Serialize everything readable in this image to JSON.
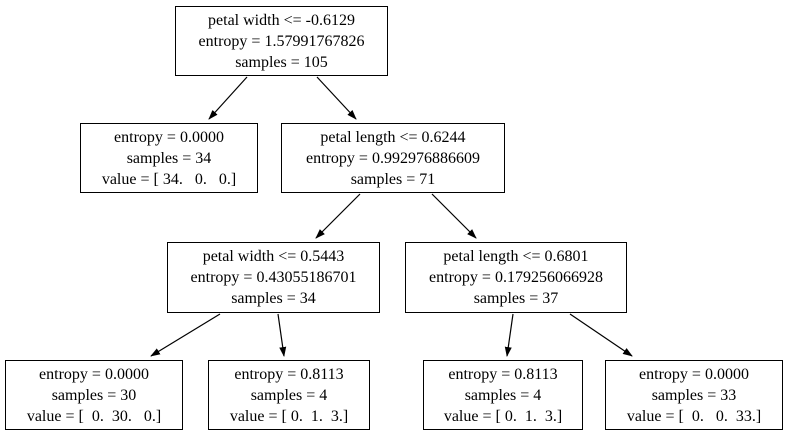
{
  "tree": {
    "nodes": {
      "root": {
        "lines": [
          "petal width <= -0.6129",
          "entropy = 1.57991767826",
          "samples = 105"
        ]
      },
      "left": {
        "lines": [
          "entropy = 0.0000",
          "samples = 34",
          "value = [ 34.   0.   0.]"
        ]
      },
      "right": {
        "lines": [
          "petal length <= 0.6244",
          "entropy = 0.992976886609",
          "samples = 71"
        ]
      },
      "right_left": {
        "lines": [
          "petal width <= 0.5443",
          "entropy = 0.43055186701",
          "samples = 34"
        ]
      },
      "right_right": {
        "lines": [
          "petal length <= 0.6801",
          "entropy = 0.179256066928",
          "samples = 37"
        ]
      },
      "leaf_1": {
        "lines": [
          "entropy = 0.0000",
          "samples = 30",
          "value = [  0.  30.   0.]"
        ]
      },
      "leaf_2": {
        "lines": [
          "entropy = 0.8113",
          "samples = 4",
          "value = [ 0.  1.  3.]"
        ]
      },
      "leaf_3": {
        "lines": [
          "entropy = 0.8113",
          "samples = 4",
          "value = [ 0.  1.  3.]"
        ]
      },
      "leaf_4": {
        "lines": [
          "entropy = 0.0000",
          "samples = 33",
          "value = [  0.   0.  33.]"
        ]
      }
    },
    "edges": [
      {
        "from": "root",
        "to": "left"
      },
      {
        "from": "root",
        "to": "right"
      },
      {
        "from": "right",
        "to": "right_left"
      },
      {
        "from": "right",
        "to": "right_right"
      },
      {
        "from": "right_left",
        "to": "leaf_1"
      },
      {
        "from": "right_left",
        "to": "leaf_2"
      },
      {
        "from": "right_right",
        "to": "leaf_3"
      },
      {
        "from": "right_right",
        "to": "leaf_4"
      }
    ],
    "colors": {
      "node_fill": "#ffffff",
      "node_border": "#000000",
      "edge": "#000000",
      "text": "#000000",
      "background": "#ffffff"
    }
  }
}
